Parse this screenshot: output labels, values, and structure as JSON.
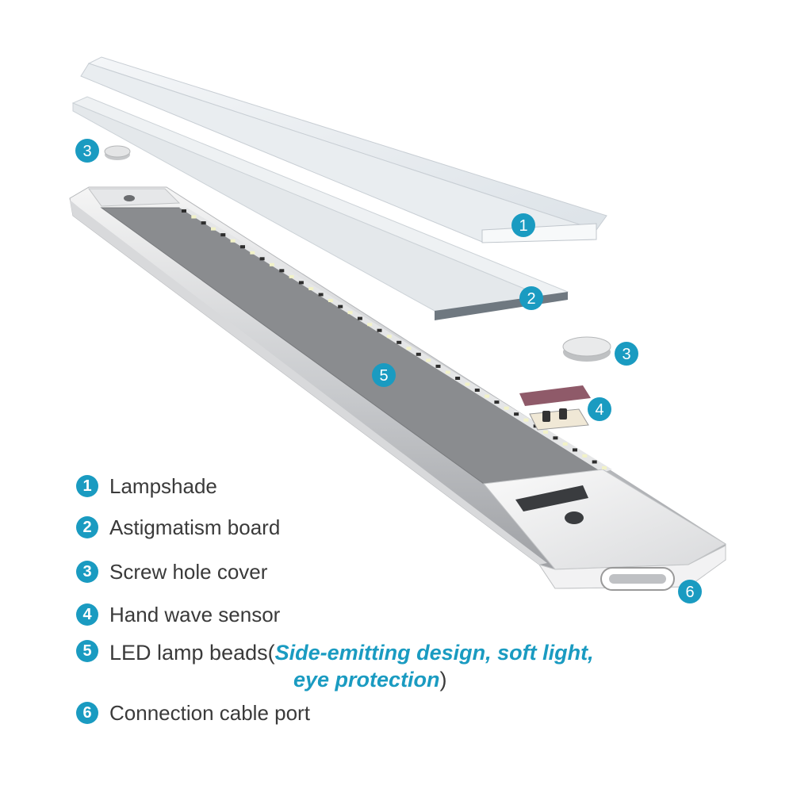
{
  "callouts": [
    "1",
    "2",
    "3",
    "3",
    "4",
    "5",
    "6"
  ],
  "legend": {
    "items": [
      {
        "num": "1",
        "label": "Lampshade"
      },
      {
        "num": "2",
        "label": "Astigmatism board"
      },
      {
        "num": "3",
        "label": "Screw hole cover"
      },
      {
        "num": "4",
        "label": "Hand wave sensor"
      },
      {
        "num": "5",
        "label_pre": "LED lamp beads(",
        "label_em": "Side-emitting design, soft light,",
        "label_em2": "eye protection",
        "label_post": ")"
      },
      {
        "num": "6",
        "label": "Connection cable port"
      }
    ]
  },
  "colors": {
    "accent": "#1a9bc1",
    "text": "#3a3a3a",
    "sensor": "#8f5a69",
    "pcb": "#555555"
  }
}
